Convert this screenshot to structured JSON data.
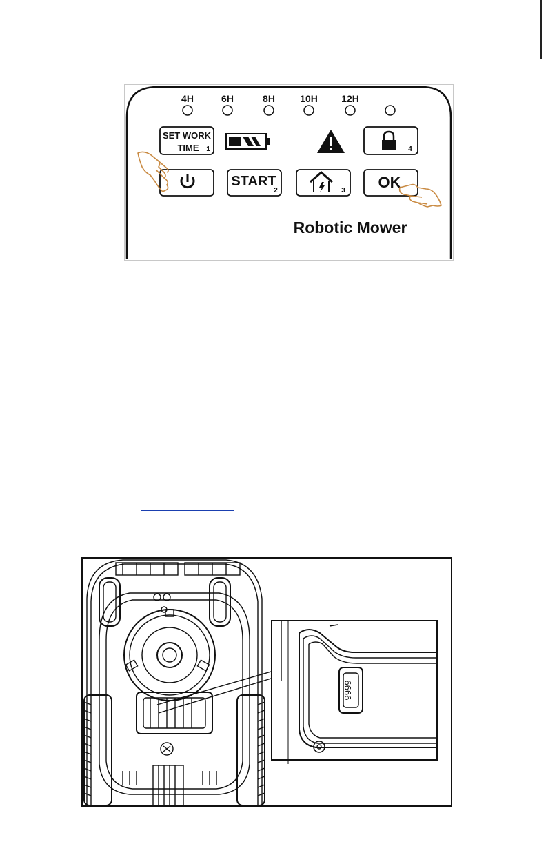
{
  "control_panel": {
    "indicators": [
      {
        "label": "4H"
      },
      {
        "label": "6H"
      },
      {
        "label": "8H"
      },
      {
        "label": "10H"
      },
      {
        "label": "12H"
      },
      {
        "label": ""
      }
    ],
    "set_work_time_button": {
      "line1": "SET WORK",
      "line2": "TIME",
      "number": "1"
    },
    "battery_icon": "battery-icon",
    "warning_icon": "warning-icon",
    "lock_button": {
      "icon": "lock-icon",
      "number": "4"
    },
    "power_button": {
      "icon": "power-icon"
    },
    "start_button": {
      "label": "START",
      "number": "2"
    },
    "home_button": {
      "icon": "home-charge-icon",
      "number": "3"
    },
    "ok_button": {
      "label": "OK"
    },
    "brand_label": "Robotic Mower",
    "pointing_hands": [
      "pointing-hand-icon",
      "pointing-hand-icon"
    ]
  },
  "mower_figure": {
    "code_label": "9999"
  }
}
